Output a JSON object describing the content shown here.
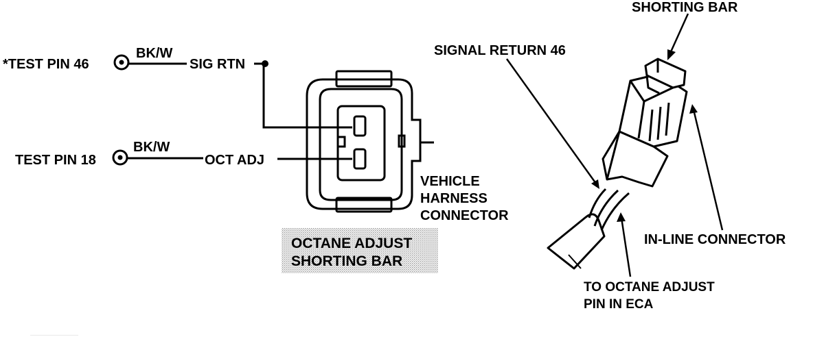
{
  "left_diagram": {
    "test_pin_46": "*TEST PIN 46",
    "test_pin_18": "TEST PIN 18",
    "wire_color_top": "BK/W",
    "wire_color_bottom": "BK/W",
    "sig_rtn": "SIG RTN",
    "oct_adj": "OCT ADJ",
    "vehicle_harness_connector": [
      "VEHICLE",
      "HARNESS",
      "CONNECTOR"
    ],
    "octane_adjust_shorting_bar": [
      "OCTANE ADJUST",
      "SHORTING BAR"
    ]
  },
  "right_diagram": {
    "shorting_bar": "SHORTING BAR",
    "signal_return_46": "SIGNAL RETURN 46",
    "in_line_connector": "IN-LINE CONNECTOR",
    "to_octane_adjust": [
      "TO OCTANE ADJUST",
      "PIN IN ECA"
    ]
  }
}
